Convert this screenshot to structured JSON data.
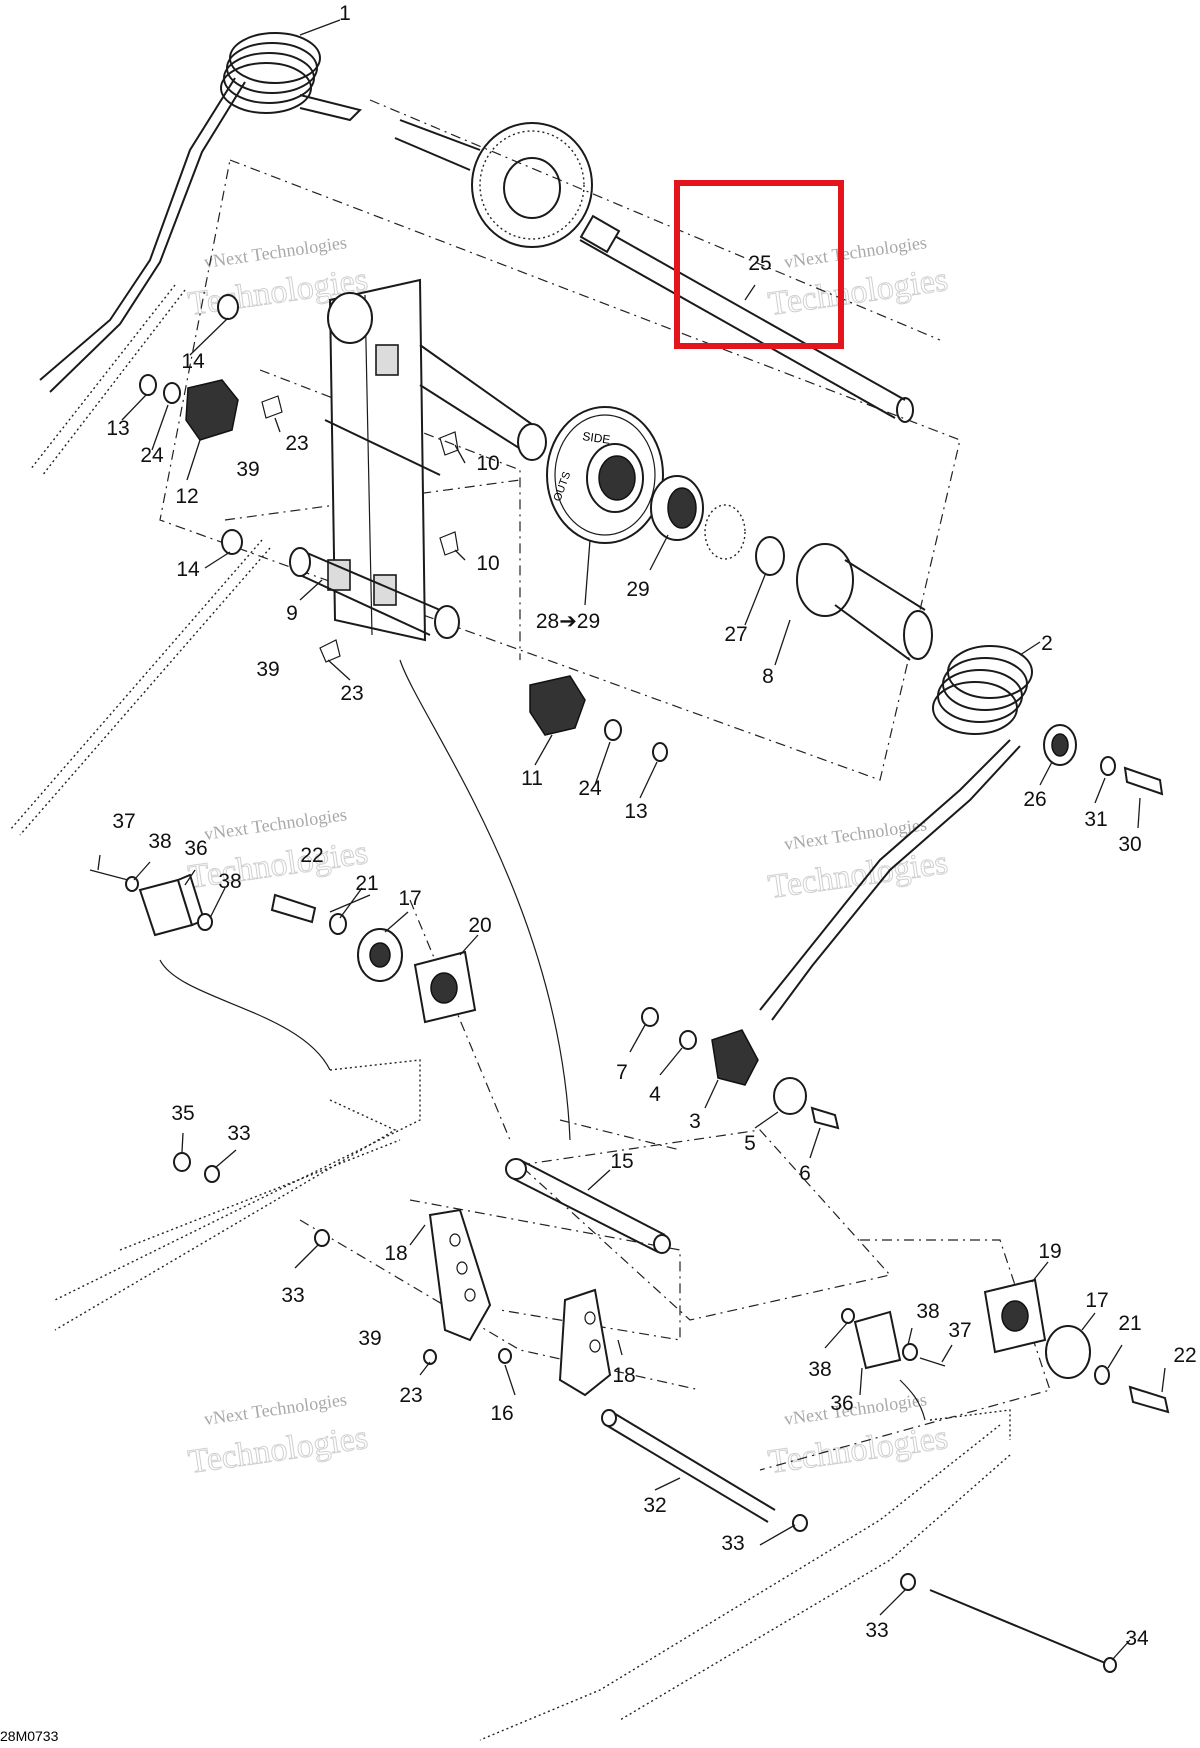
{
  "drawing_code": "28M0733",
  "watermark_line1": "vNext Technologies",
  "watermark_line2": "Technologies",
  "highlight_color": "#e3141b",
  "callouts": [
    {
      "id": "c1",
      "text": "1"
    },
    {
      "id": "c25",
      "text": "25"
    },
    {
      "id": "c14a",
      "text": "14"
    },
    {
      "id": "c13a",
      "text": "13"
    },
    {
      "id": "c24a",
      "text": "24"
    },
    {
      "id": "c12",
      "text": "12"
    },
    {
      "id": "c23a",
      "text": "23"
    },
    {
      "id": "c39a",
      "text": "39"
    },
    {
      "id": "c10a",
      "text": "10"
    },
    {
      "id": "c10b",
      "text": "10"
    },
    {
      "id": "c14b",
      "text": "14"
    },
    {
      "id": "c9",
      "text": "9"
    },
    {
      "id": "c39b",
      "text": "39"
    },
    {
      "id": "c23b",
      "text": "23"
    },
    {
      "id": "c2829",
      "text": "28➔29"
    },
    {
      "id": "c29",
      "text": "29"
    },
    {
      "id": "c27",
      "text": "27"
    },
    {
      "id": "c8",
      "text": "8"
    },
    {
      "id": "c2",
      "text": "2"
    },
    {
      "id": "c11",
      "text": "11"
    },
    {
      "id": "c24b",
      "text": "24"
    },
    {
      "id": "c13b",
      "text": "13"
    },
    {
      "id": "c26",
      "text": "26"
    },
    {
      "id": "c31",
      "text": "31"
    },
    {
      "id": "c30",
      "text": "30"
    },
    {
      "id": "c37a",
      "text": "37"
    },
    {
      "id": "c38a",
      "text": "38"
    },
    {
      "id": "c36a",
      "text": "36"
    },
    {
      "id": "c38b",
      "text": "38"
    },
    {
      "id": "c22a",
      "text": "22"
    },
    {
      "id": "c21a",
      "text": "21"
    },
    {
      "id": "c17a",
      "text": "17"
    },
    {
      "id": "c20",
      "text": "20"
    },
    {
      "id": "c7",
      "text": "7"
    },
    {
      "id": "c4",
      "text": "4"
    },
    {
      "id": "c3",
      "text": "3"
    },
    {
      "id": "c5",
      "text": "5"
    },
    {
      "id": "c6",
      "text": "6"
    },
    {
      "id": "c35",
      "text": "35"
    },
    {
      "id": "c33a",
      "text": "33"
    },
    {
      "id": "c15",
      "text": "15"
    },
    {
      "id": "c18a",
      "text": "18"
    },
    {
      "id": "c33b",
      "text": "33"
    },
    {
      "id": "c39c",
      "text": "39"
    },
    {
      "id": "c23c",
      "text": "23"
    },
    {
      "id": "c16",
      "text": "16"
    },
    {
      "id": "c18b",
      "text": "18"
    },
    {
      "id": "c19",
      "text": "19"
    },
    {
      "id": "c38c",
      "text": "38"
    },
    {
      "id": "c37b",
      "text": "37"
    },
    {
      "id": "c17b",
      "text": "17"
    },
    {
      "id": "c38d",
      "text": "38"
    },
    {
      "id": "c21b",
      "text": "21"
    },
    {
      "id": "c22b",
      "text": "22"
    },
    {
      "id": "c36b",
      "text": "36"
    },
    {
      "id": "c32",
      "text": "32"
    },
    {
      "id": "c33c",
      "text": "33"
    },
    {
      "id": "c33d",
      "text": "33"
    },
    {
      "id": "c34",
      "text": "34"
    }
  ],
  "wheel_text": {
    "side": "SIDE",
    "outside": "OUTS"
  }
}
